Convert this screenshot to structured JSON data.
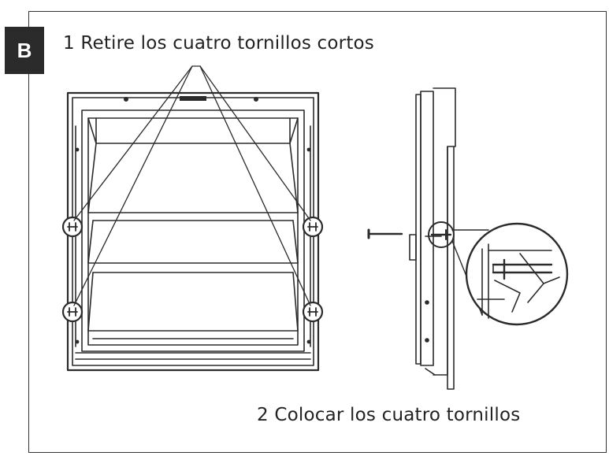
{
  "step_badge": "B",
  "step1_text": "1 Retire los cuatro tornillos cortos",
  "step2_text": "2 Colocar los cuatro tornillos",
  "colors": {
    "line": "#2b2b2b",
    "badge": "#2b2b2b",
    "background": "#ffffff"
  }
}
